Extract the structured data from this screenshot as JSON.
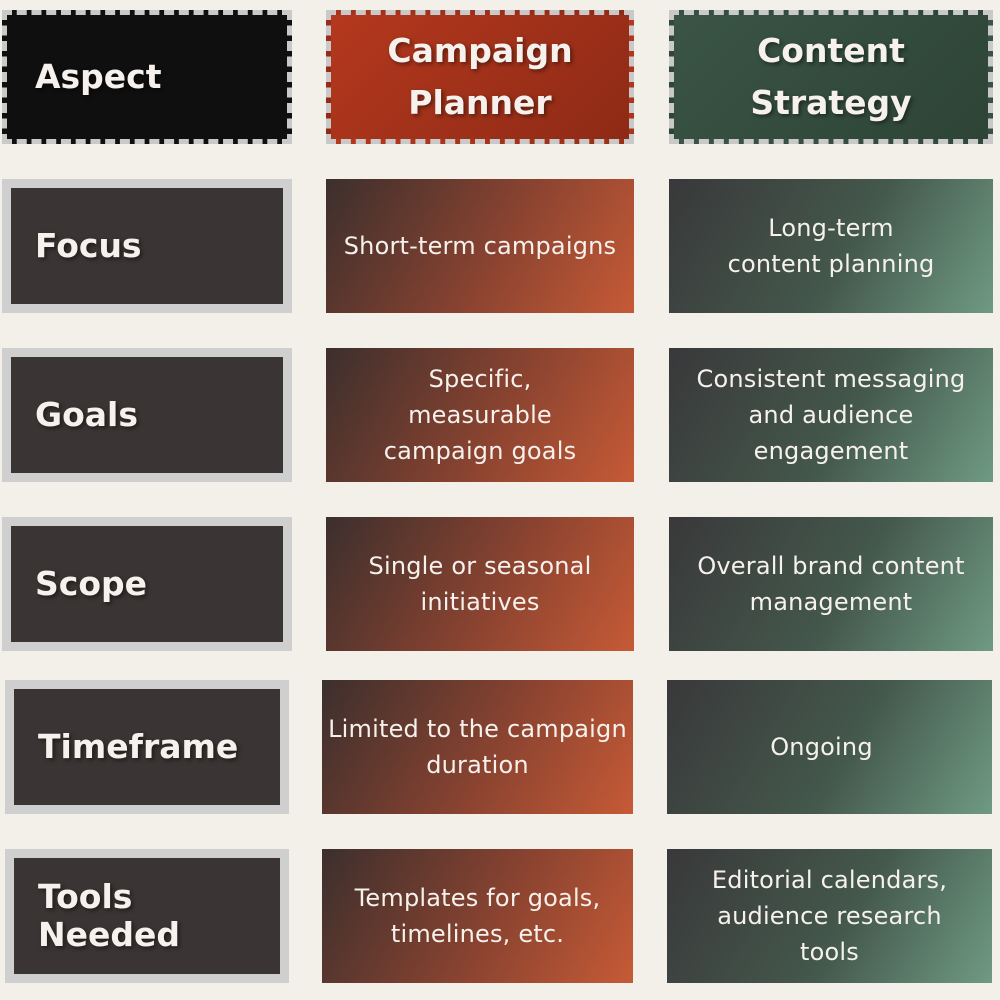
{
  "headers": {
    "aspect": "Aspect",
    "campaign": "Campaign\nPlanner",
    "content": "Content\nStrategy"
  },
  "rows": [
    {
      "aspect": "Focus",
      "campaign": "Short-term campaigns",
      "content": "Long-term content planning"
    },
    {
      "aspect": "Goals",
      "campaign": "Specific, measurable campaign goals",
      "content": "Consistent messaging and audience engagement"
    },
    {
      "aspect": "Scope",
      "campaign": "Single or seasonal initiatives",
      "content": "Overall brand content management"
    },
    {
      "aspect": "Timeframe",
      "campaign": "Limited to the campaign duration",
      "content": "Ongoing"
    },
    {
      "aspect": "Tools\nNeeded",
      "campaign": "Templates for goals, timelines, etc.",
      "content": "Editorial calendars, audience research tools"
    }
  ],
  "colors": {
    "background": "#f3f0ea",
    "aspect_header": "#0f0f0f",
    "campaign_header": "#b4381d",
    "content_header": "#3a5445",
    "aspect_cell": "#3a3534",
    "aspect_border": "#cfcfcf"
  }
}
